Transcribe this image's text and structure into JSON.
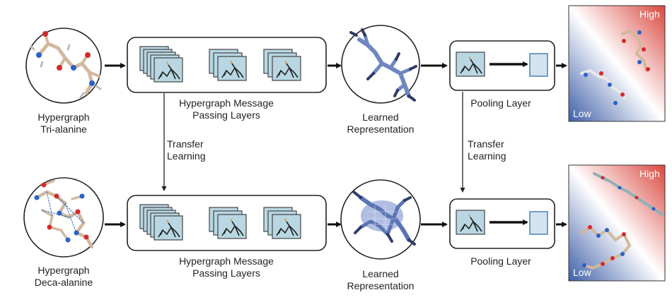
{
  "rows": [
    {
      "input_label": [
        "Hypergraph",
        "Tri-alanine"
      ],
      "mp_label": [
        "Hypergraph Message",
        "Passing Layers"
      ],
      "rep_label": [
        "Learned",
        "Representation"
      ],
      "pool_label": "Pooling Layer",
      "high_label": "High",
      "low_label": "Low"
    },
    {
      "input_label": [
        "Hypergraph",
        "Deca-alanine"
      ],
      "mp_label": [
        "Hypergraph Message",
        "Passing Layers"
      ],
      "rep_label": [
        "Learned",
        "Representation"
      ],
      "pool_label": "Pooling Layer",
      "high_label": "High",
      "low_label": "Low"
    }
  ],
  "transfer_labels": [
    [
      "Transfer",
      "Learning"
    ],
    [
      "Transfer",
      "Learning"
    ]
  ],
  "colors": {
    "panel_fill": "#b8d7e3",
    "high": "#d9473f",
    "low": "#3f5fa8",
    "rep_atoms": "#6f86c0",
    "bond": "#d2b89e",
    "oxygen": "#d42a2a",
    "nitrogen": "#2a62c8"
  }
}
